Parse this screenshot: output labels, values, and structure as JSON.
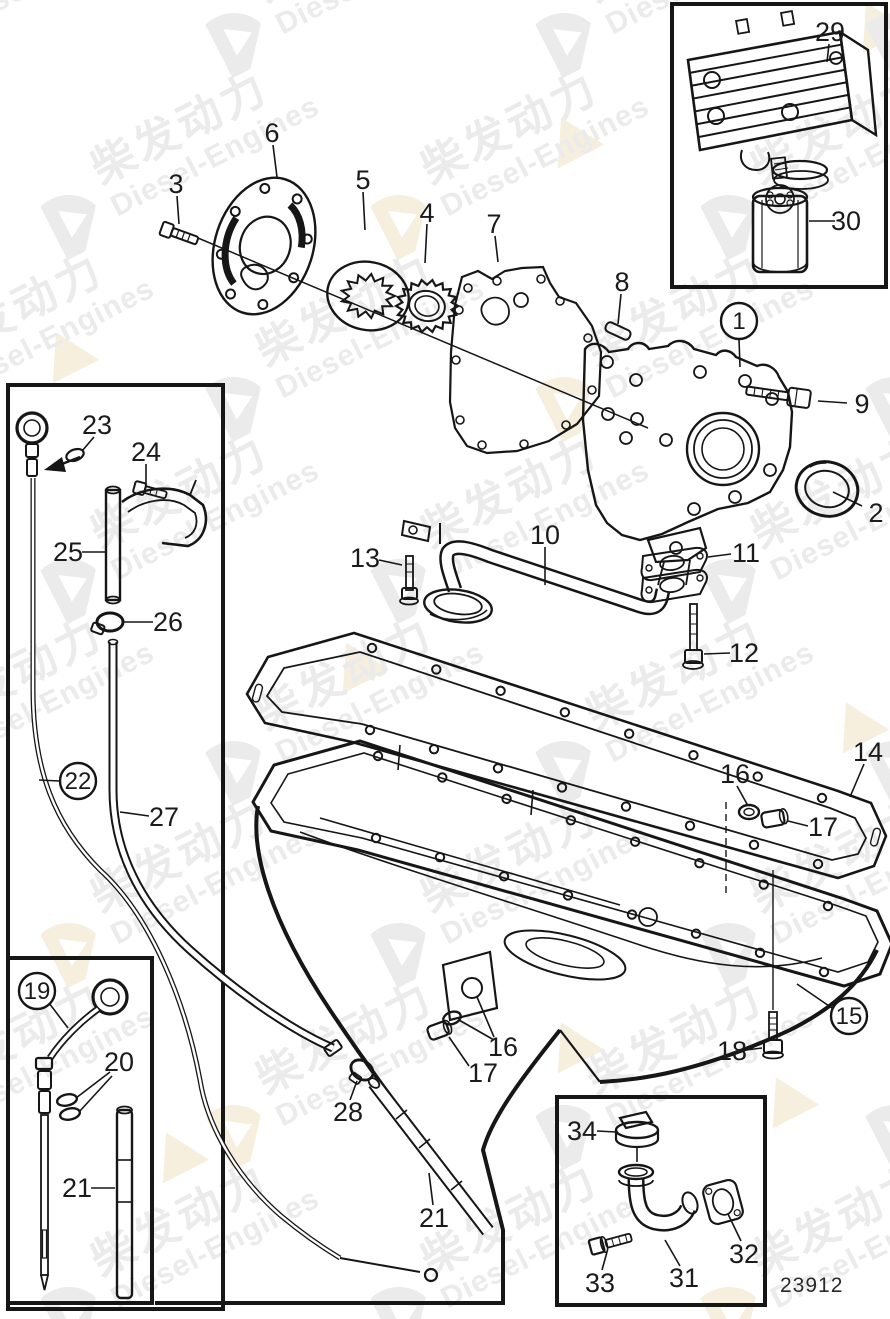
{
  "watermark": {
    "cn": "柴发动力",
    "en": "Diesel-Engines",
    "logo_name": "diesel-engines-logo"
  },
  "diagram_number": "23912",
  "colors": {
    "line": "#161616",
    "watermark_gray": "#ebebeb",
    "watermark_cream": "#f6efdd",
    "background": "#ffffff"
  },
  "callouts": [
    {
      "id": "1",
      "label": "1",
      "circled": true
    },
    {
      "id": "2",
      "label": "2",
      "circled": false
    },
    {
      "id": "3",
      "label": "3",
      "circled": false
    },
    {
      "id": "4",
      "label": "4",
      "circled": false
    },
    {
      "id": "5",
      "label": "5",
      "circled": false
    },
    {
      "id": "6",
      "label": "6",
      "circled": false
    },
    {
      "id": "7",
      "label": "7",
      "circled": false
    },
    {
      "id": "8",
      "label": "8",
      "circled": false
    },
    {
      "id": "9",
      "label": "9",
      "circled": false
    },
    {
      "id": "10",
      "label": "10",
      "circled": false
    },
    {
      "id": "11",
      "label": "11",
      "circled": false
    },
    {
      "id": "12",
      "label": "12",
      "circled": false
    },
    {
      "id": "13",
      "label": "13",
      "circled": false
    },
    {
      "id": "14",
      "label": "14",
      "circled": false
    },
    {
      "id": "15",
      "label": "15",
      "circled": true
    },
    {
      "id": "16a",
      "label": "16",
      "circled": false
    },
    {
      "id": "16b",
      "label": "16",
      "circled": false
    },
    {
      "id": "17a",
      "label": "17",
      "circled": false
    },
    {
      "id": "17b",
      "label": "17",
      "circled": false
    },
    {
      "id": "18",
      "label": "18",
      "circled": false
    },
    {
      "id": "19",
      "label": "19",
      "circled": true
    },
    {
      "id": "20",
      "label": "20",
      "circled": false
    },
    {
      "id": "21a",
      "label": "21",
      "circled": false
    },
    {
      "id": "21b",
      "label": "21",
      "circled": false
    },
    {
      "id": "22",
      "label": "22",
      "circled": true
    },
    {
      "id": "23",
      "label": "23",
      "circled": false
    },
    {
      "id": "24",
      "label": "24",
      "circled": false
    },
    {
      "id": "25",
      "label": "25",
      "circled": false
    },
    {
      "id": "26",
      "label": "26",
      "circled": false
    },
    {
      "id": "27",
      "label": "27",
      "circled": false
    },
    {
      "id": "28",
      "label": "28",
      "circled": false
    },
    {
      "id": "29",
      "label": "29",
      "circled": false
    },
    {
      "id": "30",
      "label": "30",
      "circled": false
    },
    {
      "id": "31",
      "label": "31",
      "circled": false
    },
    {
      "id": "32",
      "label": "32",
      "circled": false
    },
    {
      "id": "33",
      "label": "33",
      "circled": false
    },
    {
      "id": "34",
      "label": "34",
      "circled": false
    }
  ]
}
